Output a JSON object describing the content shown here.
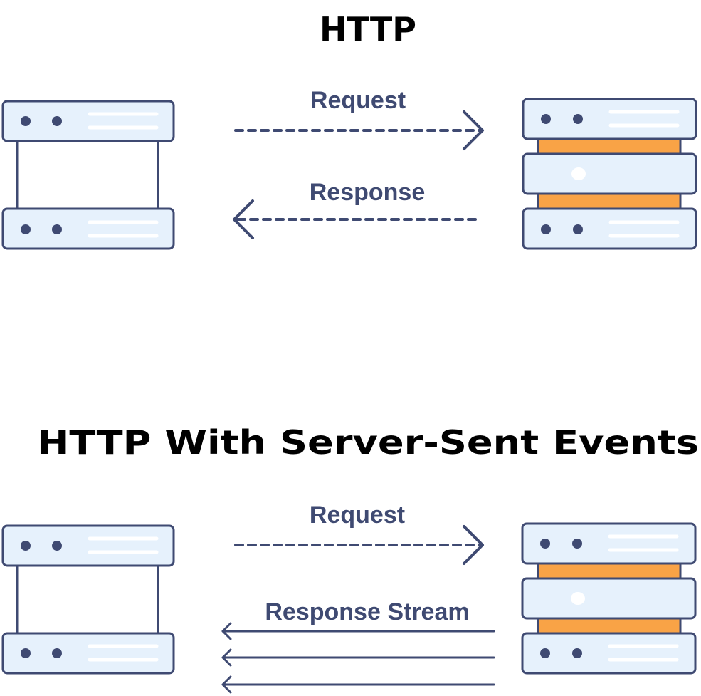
{
  "colors": {
    "ink": "#3f4a72",
    "server_fill": "#e6f1fc",
    "accent": "#f9a346",
    "title": "#000000",
    "background": "#ffffff"
  },
  "diagrams": [
    {
      "title": "HTTP",
      "client_icon": "client-server-icon",
      "server_icon": "server-stack-icon",
      "request_label": "Request",
      "response_label": "Response"
    },
    {
      "title": "HTTP With Server-Sent Events",
      "client_icon": "client-server-icon",
      "server_icon": "server-stack-icon",
      "request_label": "Request",
      "response_label": "Response Stream"
    }
  ]
}
